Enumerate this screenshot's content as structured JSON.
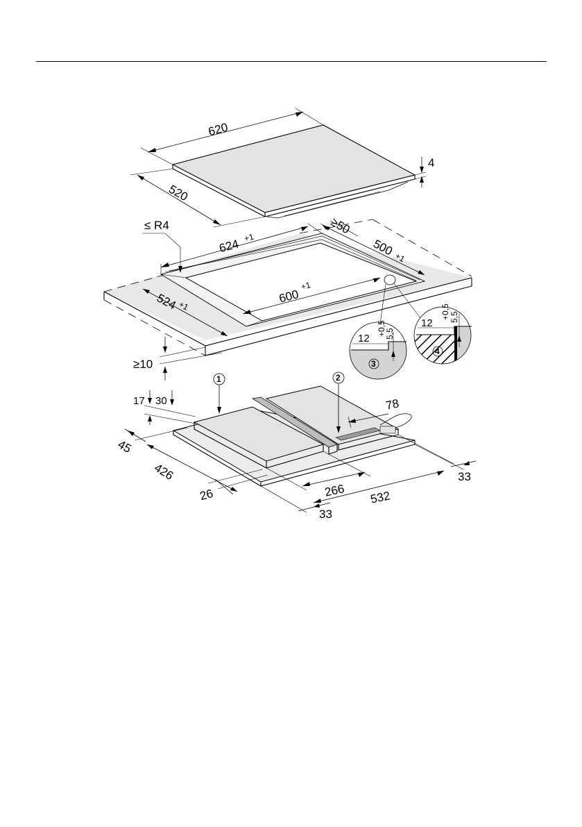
{
  "dimensions": {
    "hob_width": "620",
    "hob_depth": "520",
    "hob_thickness": "4",
    "radius": "≤ R4",
    "rebate_width": "624",
    "rebate_width_tol": "+1",
    "min_edge": "≥50",
    "rebate_depth": "500",
    "rebate_depth_tol": "+1",
    "cutout_width": "600",
    "cutout_width_tol": "+1",
    "cutout_depth": "524",
    "cutout_depth_tol": "+1",
    "min_clearance": "≥10",
    "detail_width": "12",
    "detail_width_tol": "+0,5",
    "detail_depth": "5,5",
    "module_h1": "17",
    "module_h2": "30",
    "cable_len": "78",
    "offset_45": "45",
    "depth_426": "426",
    "offset_26": "26",
    "width_266": "266",
    "width_532": "532",
    "margin_33_right": "33",
    "margin_33_bottom": "33"
  },
  "callouts": [
    "1",
    "2",
    "3",
    "4"
  ],
  "colors": {
    "panel_fill": "#e3e3e3",
    "line": "#000000",
    "background": "#ffffff"
  }
}
